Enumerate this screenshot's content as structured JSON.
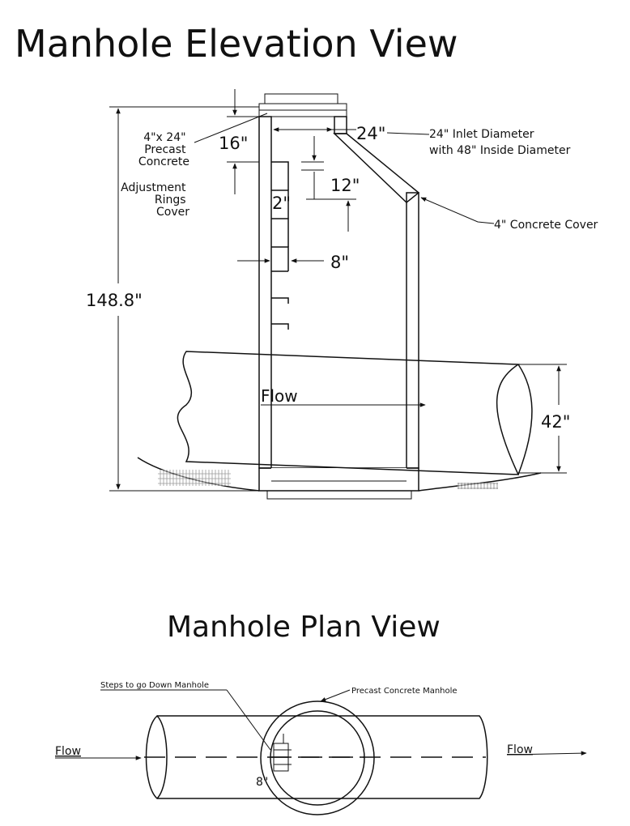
{
  "elevation": {
    "title": "Manhole Elevation View",
    "labels": {
      "precast": "4\"x 24\"\nPrecast\nConcrete",
      "precast_l1": "4\"x 24\"",
      "precast_l2": "Precast",
      "precast_l3": "Concrete",
      "adjust_l1": "Adjustment",
      "adjust_l2": "Rings",
      "adjust_l3": "Cover",
      "inlet_l1": "24\" Inlet Diameter",
      "inlet_l2": "with 48\" Inside Diameter",
      "cover": "4\" Concrete Cover",
      "flow": "Flow"
    },
    "dimensions": {
      "total_height": "148.8\"",
      "d16": "16\"",
      "d24": "24\"",
      "d12": "12\"",
      "d2": "2\"",
      "d8": "8\"",
      "d42": "42\""
    }
  },
  "plan": {
    "title": "Manhole Plan View",
    "labels": {
      "steps": "Steps to go Down Manhole",
      "precast": "Precast Concrete Manhole",
      "flow_left": "Flow",
      "flow_right": "Flow",
      "d8": "8\""
    }
  }
}
